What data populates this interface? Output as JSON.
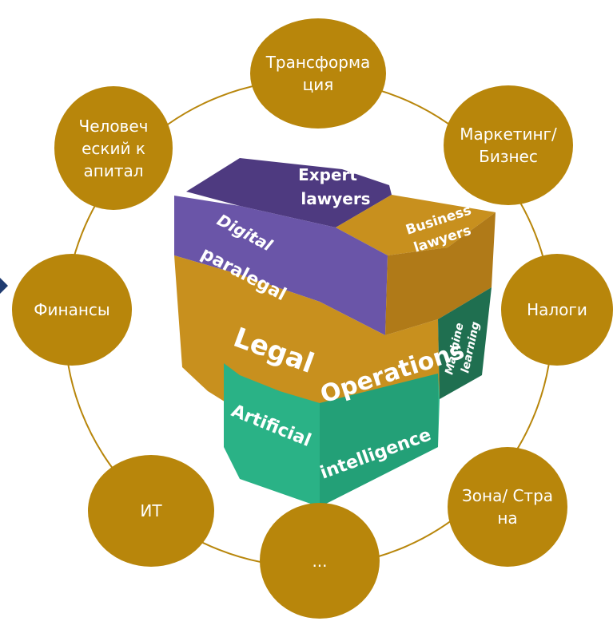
{
  "nodes": [
    {
      "id": "transformation",
      "label": "Трансформация"
    },
    {
      "id": "marketing",
      "label": "Маркетинг/ Бизнес"
    },
    {
      "id": "taxes",
      "label": "Налоги"
    },
    {
      "id": "zone",
      "label": "Зона/ Страна"
    },
    {
      "id": "more",
      "label": "..."
    },
    {
      "id": "it",
      "label": "ИТ"
    },
    {
      "id": "finance",
      "label": "Финансы"
    },
    {
      "id": "human",
      "label": "Человеческий капитал"
    }
  ],
  "cube": {
    "expert_lawyers_1": "Expert",
    "expert_lawyers_2": "lawyers",
    "business_lawyers_1": "Business",
    "business_lawyers_2": "lawyers",
    "digital": "Digital",
    "paralegal": "paralegal",
    "legal": "Legal",
    "operations": "Operations",
    "machine": "Machine",
    "learning": "learning",
    "artificial": "Artificial",
    "intelligence": "intelligence"
  },
  "colors": {
    "node_fill": "#b8860b",
    "ring": "#b8860b",
    "purple": "#4b3a7a",
    "gold": "#c8901e",
    "green": "#2aa37a",
    "dark_green": "#1e6b4c",
    "arrow": "#1f3b70"
  }
}
